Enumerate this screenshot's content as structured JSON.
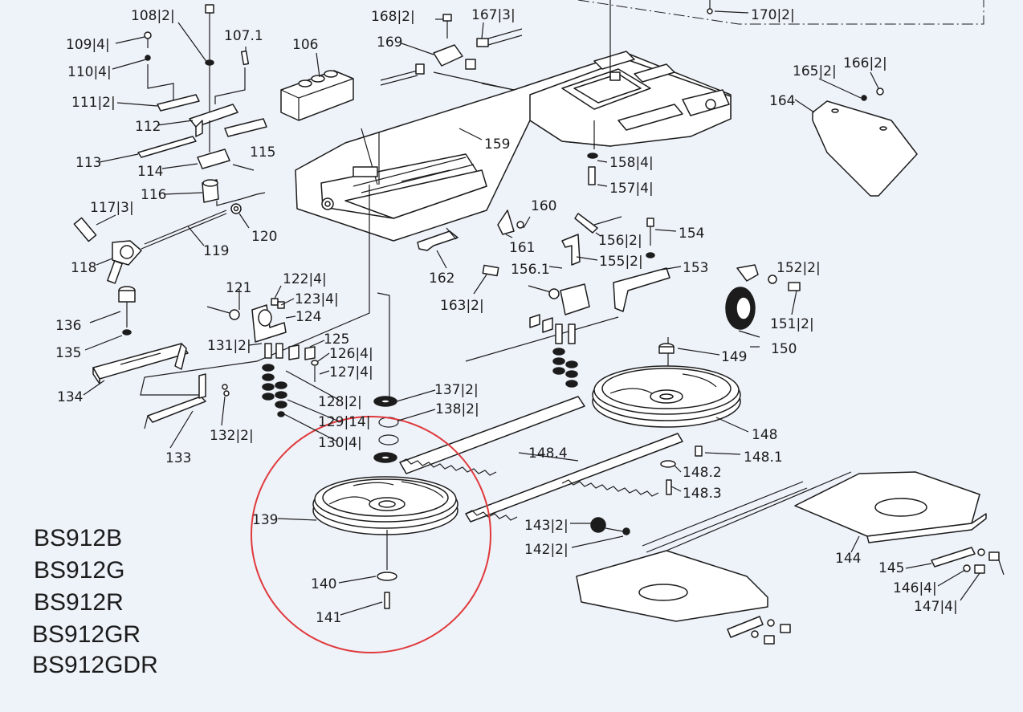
{
  "labels": {
    "l108": "108|2|",
    "l109": "109|4|",
    "l110": "110|4|",
    "l111": "111|2|",
    "l112": "112",
    "l113": "113",
    "l114": "114",
    "l115": "115",
    "l116": "116",
    "l117": "117|3|",
    "l118": "118",
    "l119": "119",
    "l120": "120",
    "l107_1": "107.1",
    "l106": "106",
    "l168": "168|2|",
    "l167": "167|3|",
    "l169": "169",
    "l170": "170|2|",
    "l165": "165|2|",
    "l166": "166|2|",
    "l164": "164",
    "l159": "159",
    "l158": "158|4|",
    "l157": "157|4|",
    "l160": "160",
    "l161": "161",
    "l162": "162",
    "l163": "163|2|",
    "l156": "156|2|",
    "l154": "154",
    "l155": "155|2|",
    "l156_1": "156.1",
    "l153": "153",
    "l152": "152|2|",
    "l151": "151|2|",
    "l150": "150",
    "l149": "149",
    "l148": "148",
    "l148_1": "148.1",
    "l148_2": "148.2",
    "l148_3": "148.3",
    "l148_4": "148.4",
    "l121": "121",
    "l122": "122|4|",
    "l123": "123|4|",
    "l124": "124",
    "l125": "125",
    "l126": "126|4|",
    "l127": "127|4|",
    "l131": "131|2|",
    "l136": "136",
    "l135": "135",
    "l134": "134",
    "l133": "133",
    "l132": "132|2|",
    "l128": "128|2|",
    "l129": "129|14|",
    "l130": "130|4|",
    "l137": "137|2|",
    "l138": "138|2|",
    "l139": "139",
    "l140": "140",
    "l141": "141",
    "l143": "143|2|",
    "l142": "142|2|",
    "l144": "144",
    "l145": "145",
    "l146": "146|4|",
    "l147": "147|4|"
  },
  "models": [
    "BS912B",
    "BS912G",
    "BS912R",
    "BS912GR",
    "BS912GDR"
  ],
  "colors": {
    "background": "#eef2f9",
    "line": "#1c1c1c",
    "highlight_circle": "#e0393b"
  }
}
